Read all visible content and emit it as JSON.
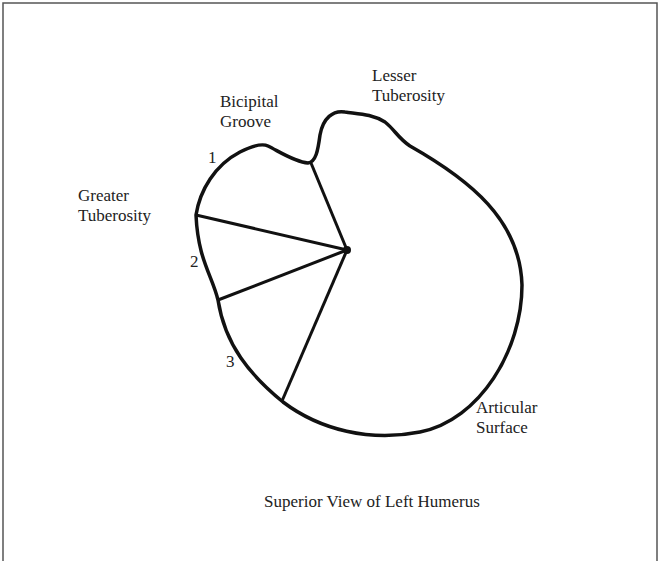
{
  "diagram": {
    "caption": "Superior View of Left Humerus",
    "labels": [
      "Lesser Tuberosity",
      "Bicipital Groove",
      "1",
      "Greater Tuberosity",
      "2",
      "3",
      "Articular Surface"
    ]
  }
}
